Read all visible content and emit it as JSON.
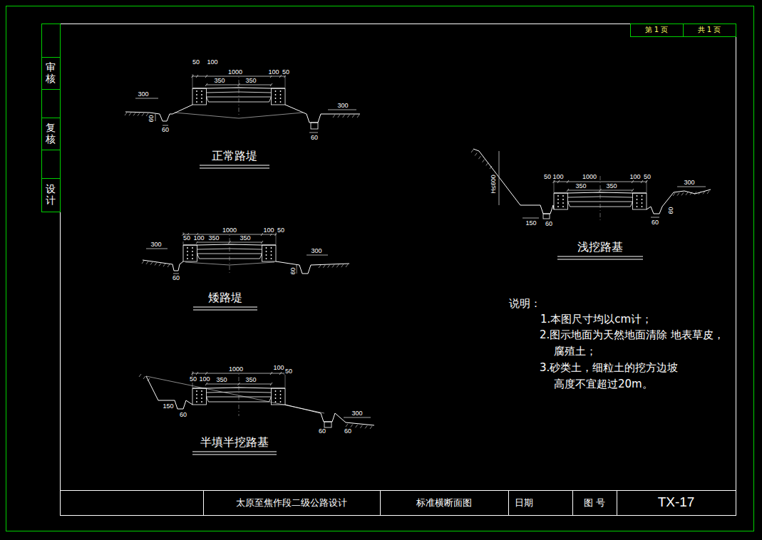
{
  "diagram": {
    "nodes": [
      {
        "text": [
          "审核"
        ]
      },
      {
        "text": [
          "复核"
        ]
      },
      {
        "text": [
          "设计"
        ]
      },
      {
        "text": [
          "第 1 页"
        ]
      },
      {
        "text": [
          "共 1 页"
        ]
      },
      {
        "text": [
          "太原至焦作段二级公路设计"
        ]
      },
      {
        "text": [
          "标准横断面图"
        ]
      },
      {
        "text": [
          "日期"
        ]
      },
      {
        "text": [
          "图 号"
        ]
      },
      {
        "text": [
          "TX-17"
        ]
      }
    ],
    "labels": [
      "50",
      "100",
      "1000",
      "100",
      "50",
      "350",
      "350",
      "300",
      "300",
      "60",
      "60",
      "60",
      "正常路堤",
      "50",
      "100",
      "1000",
      "350",
      "350",
      "100",
      "50",
      "300",
      "300",
      "60",
      "60",
      "矮路堤",
      "1000",
      "100",
      "50",
      "50",
      "100",
      "350",
      "350",
      "150",
      "60",
      "300",
      "60",
      "60",
      "半填半挖路基",
      "H≤600",
      "50",
      "100",
      "1000",
      "100",
      "50",
      "350",
      "350",
      "300",
      "150",
      "60",
      "60",
      "60",
      "浅挖路基",
      "说明：",
      "1.本图尺寸均以cm计；",
      "2.图示地面为天然地面清除 地表草皮，腐殖土；",
      "3.砂类土，细粒土的挖方边坡 高度不宜超过20m。"
    ]
  }
}
